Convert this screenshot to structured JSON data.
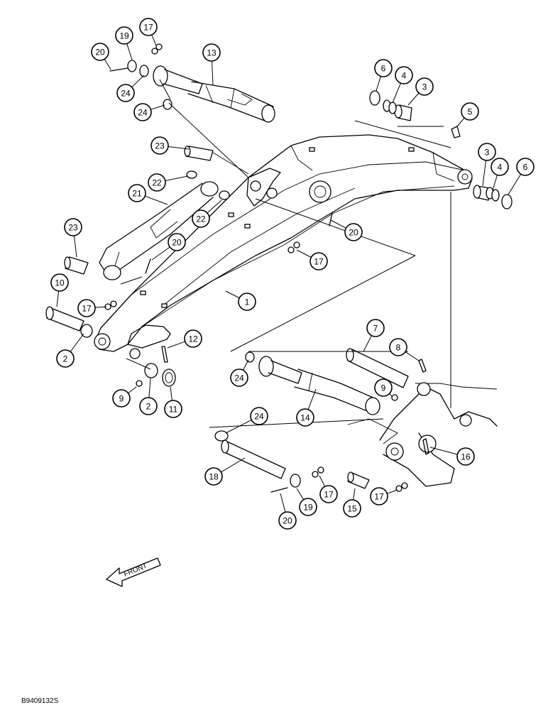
{
  "figure_code": "B9409132S",
  "front_label": "FRONT",
  "callouts": [
    {
      "num": "1"
    },
    {
      "num": "2"
    },
    {
      "num": "2"
    },
    {
      "num": "3"
    },
    {
      "num": "3"
    },
    {
      "num": "4"
    },
    {
      "num": "4"
    },
    {
      "num": "5"
    },
    {
      "num": "6"
    },
    {
      "num": "6"
    },
    {
      "num": "7"
    },
    {
      "num": "8"
    },
    {
      "num": "9"
    },
    {
      "num": "9"
    },
    {
      "num": "10"
    },
    {
      "num": "11"
    },
    {
      "num": "12"
    },
    {
      "num": "13"
    },
    {
      "num": "14"
    },
    {
      "num": "15"
    },
    {
      "num": "16"
    },
    {
      "num": "17"
    },
    {
      "num": "17"
    },
    {
      "num": "17"
    },
    {
      "num": "17"
    },
    {
      "num": "17"
    },
    {
      "num": "18"
    },
    {
      "num": "19"
    },
    {
      "num": "19"
    },
    {
      "num": "20"
    },
    {
      "num": "20"
    },
    {
      "num": "20"
    },
    {
      "num": "20"
    },
    {
      "num": "21"
    },
    {
      "num": "22"
    },
    {
      "num": "22"
    },
    {
      "num": "23"
    },
    {
      "num": "23"
    },
    {
      "num": "24"
    },
    {
      "num": "24"
    },
    {
      "num": "24"
    },
    {
      "num": "24"
    }
  ]
}
